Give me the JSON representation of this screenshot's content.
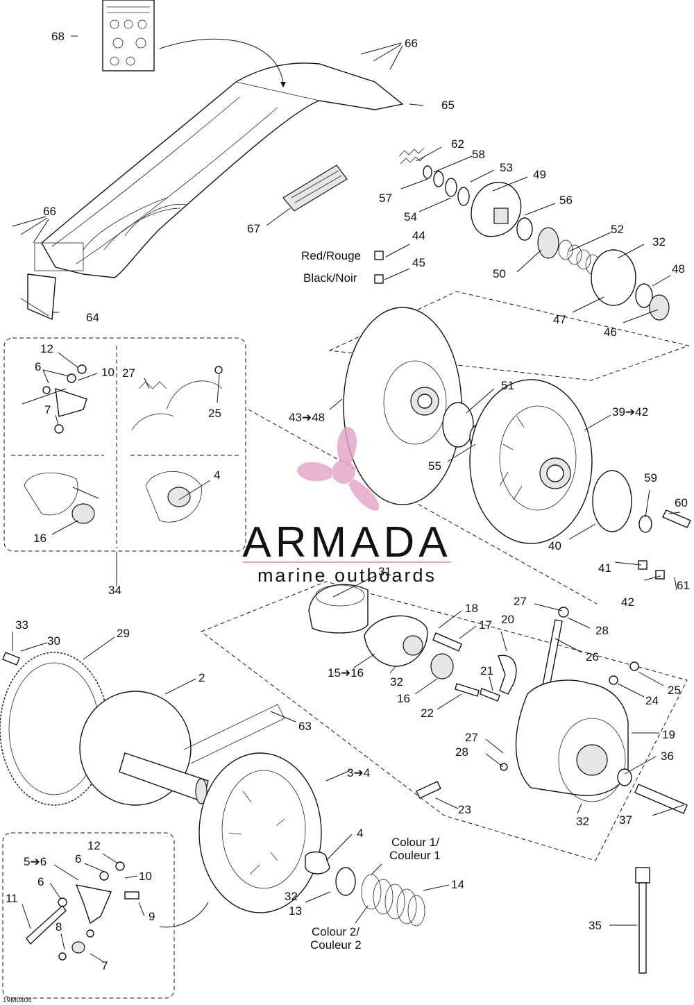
{
  "diagram": {
    "ref_code": "19M0404",
    "labels": [
      "68",
      "66",
      "65",
      "62",
      "58",
      "57",
      "53",
      "49",
      "54",
      "56",
      "67",
      "66",
      "52",
      "32",
      "44",
      "50",
      "45",
      "48",
      "64",
      "47",
      "46",
      "12",
      "10",
      "6",
      "27",
      "25",
      "7",
      "51",
      "43➔48",
      "39➔42",
      "55",
      "4",
      "16",
      "59",
      "60",
      "40",
      "34",
      "31",
      "41",
      "42",
      "61",
      "27",
      "18",
      "17",
      "20",
      "33",
      "28",
      "30",
      "29",
      "15➔16",
      "26",
      "32",
      "21",
      "16",
      "25",
      "2",
      "24",
      "22",
      "63",
      "27",
      "19",
      "28",
      "36",
      "3➔4",
      "23",
      "32",
      "37",
      "4",
      "12",
      "5➔6",
      "6",
      "10",
      "6",
      "11",
      "14",
      "32",
      "13",
      "9",
      "8",
      "35",
      "7"
    ],
    "notes": {
      "red": "Red/Rouge",
      "black": "Black/Noir",
      "colour1_a": "Colour 1/",
      "colour1_b": "Couleur 1",
      "colour2_a": "Colour 2/",
      "colour2_b": "Couleur 2"
    }
  },
  "watermark": {
    "brand": "ARMADA",
    "tagline": "marine outboards",
    "color": "#e3a1c6"
  }
}
